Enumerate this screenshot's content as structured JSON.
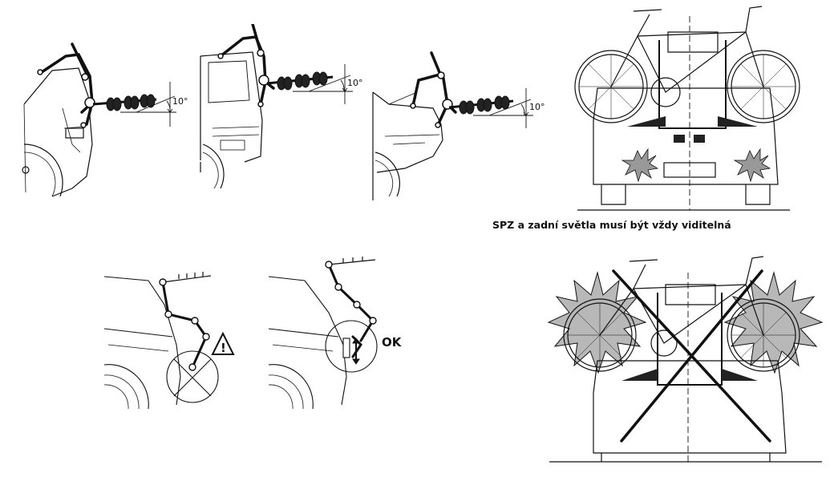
{
  "angle_label": "10°",
  "caption": "SPZ a zadní světla musí být vždy viditelná",
  "ok_label": "OK",
  "warning_symbol": "!",
  "colors": {
    "line": "#111111",
    "warning": "#111111"
  }
}
